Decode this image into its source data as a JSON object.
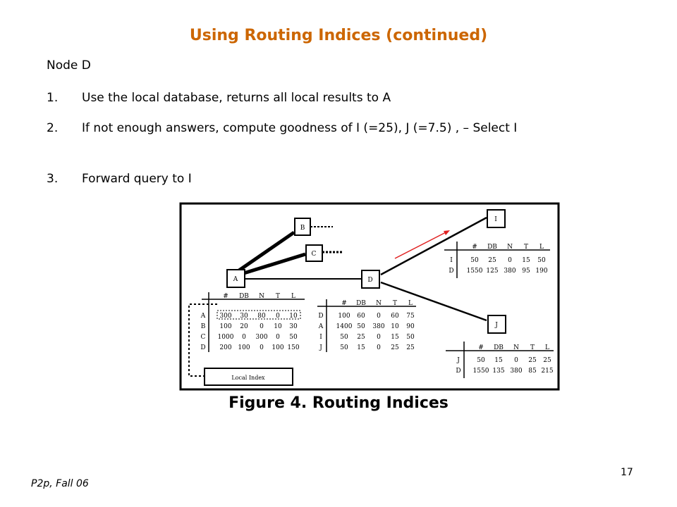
{
  "slide": {
    "title": "Using Routing Indices (continued)",
    "subtitle": "Node D",
    "items": [
      {
        "num": "1.",
        "text": "Use the local database, returns all local results to A"
      },
      {
        "num": "2.",
        "text": "If not enough answers, compute goodness of I (=25), J (=7.5) , – Select I"
      },
      {
        "num": "3.",
        "text": "Forward query to I"
      }
    ],
    "footer_left": "P2p, Fall 06",
    "page_number": "17"
  },
  "figure": {
    "caption": "Figure 4. Routing Indices",
    "nodes": {
      "A": "A",
      "B": "B",
      "C": "C",
      "D": "D",
      "I": "I",
      "J": "J"
    },
    "local_index_label": "Local Index",
    "columns": [
      "#",
      "DB",
      "N",
      "T",
      "L"
    ],
    "table_A": [
      [
        "A",
        "300",
        "30",
        "80",
        "0",
        "10"
      ],
      [
        "B",
        "100",
        "20",
        "0",
        "10",
        "30"
      ],
      [
        "C",
        "1000",
        "0",
        "300",
        "0",
        "50"
      ],
      [
        "D",
        "200",
        "100",
        "0",
        "100",
        "150"
      ]
    ],
    "table_D": [
      [
        "D",
        "100",
        "60",
        "0",
        "60",
        "75"
      ],
      [
        "A",
        "1400",
        "50",
        "380",
        "10",
        "90"
      ],
      [
        "I",
        "50",
        "25",
        "0",
        "15",
        "50"
      ],
      [
        "J",
        "50",
        "15",
        "0",
        "25",
        "25"
      ]
    ],
    "table_I": [
      [
        "I",
        "50",
        "25",
        "0",
        "15",
        "50"
      ],
      [
        "D",
        "1550",
        "125",
        "380",
        "95",
        "190"
      ]
    ],
    "table_J": [
      [
        "J",
        "50",
        "15",
        "0",
        "25",
        "25"
      ],
      [
        "D",
        "1550",
        "135",
        "380",
        "85",
        "215"
      ]
    ]
  }
}
